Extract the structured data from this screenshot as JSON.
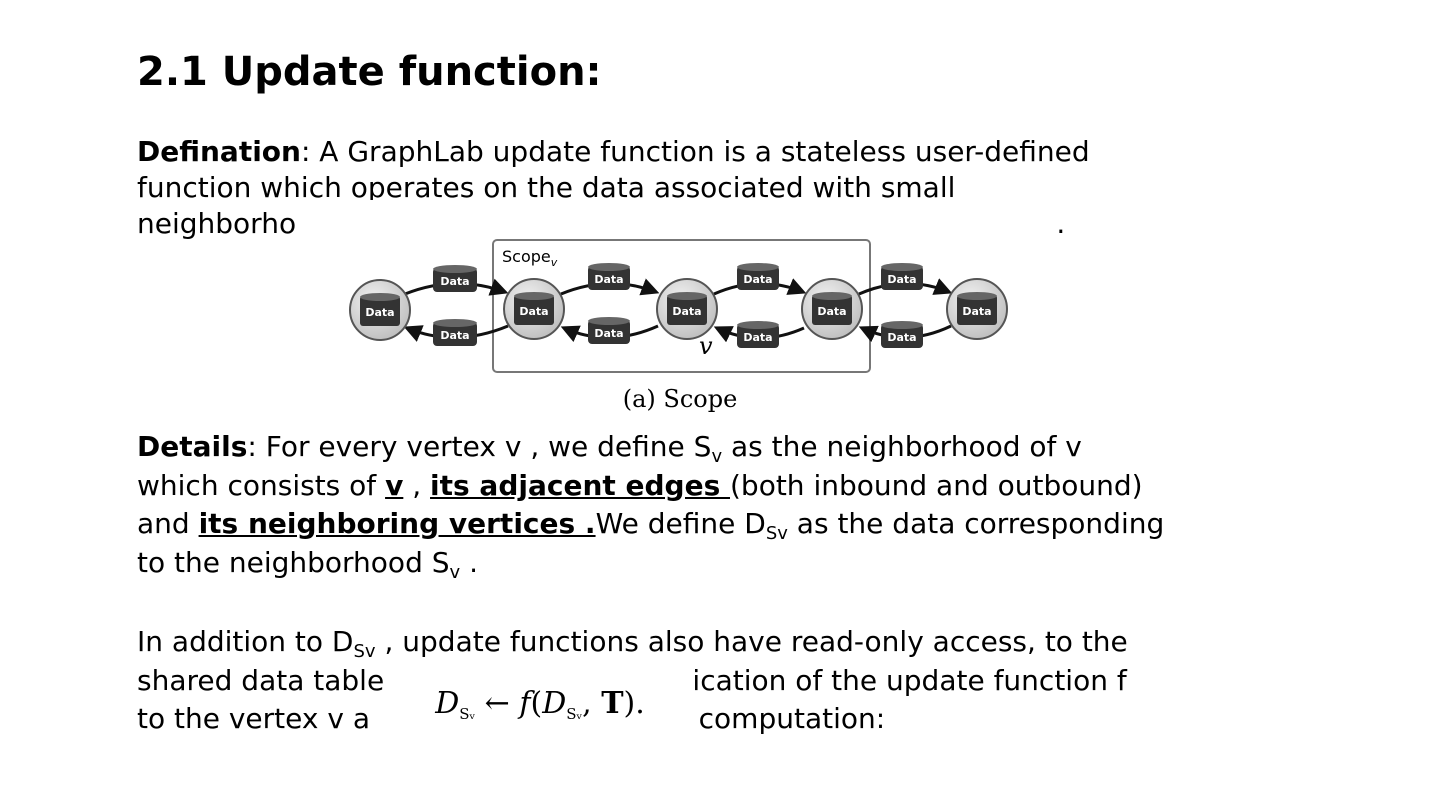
{
  "slide": {
    "title": "2.1 Update function:",
    "definition": {
      "label": "Defination",
      "sep": ":",
      "line1": " A GraphLab update function is a stateless user-defined",
      "line2": "function which operates on the data associated with small",
      "line3_start": "neighborho",
      "line3_end": ": ."
    },
    "figure": {
      "scope_label": "Scope",
      "scope_sub": "v",
      "node_label": "Data",
      "edge_label": "Data",
      "vertex_label": "v",
      "caption": "(a) Scope"
    },
    "details": {
      "label": "Details",
      "sep": ":",
      "l1_a": "  For every vertex v , we define S",
      "l1_sub": "v",
      "l1_b": "  as the neighborhood of v",
      "l2_a": "which consists of ",
      "l2_v": "v",
      "l2_b": " , ",
      "l2_edges": "its adjacent edges ",
      "l2_c": "(both inbound and outbound)",
      "l3_a": "and ",
      "l3_vertices": "its neighboring vertices .",
      "l3_b": "We define D",
      "l3_sub": "Sv",
      "l3_c": " as the data corresponding",
      "l4_a": "to the neighborhood S",
      "l4_sub": "v",
      "l4_b": " ."
    },
    "addition": {
      "l1_a": "In addition to D",
      "l1_sub": "Sv",
      "l1_b": " , update functions also have read-only  access, to the",
      "l2_a": "shared data table",
      "l2_b": " pplication of the update function f",
      "l3_a": "to the vertex v  a",
      "l3_b": "g computation:"
    },
    "formula": {
      "lhs": "D",
      "lhs_sub": "Sᵥ",
      "arrow": " ← ",
      "func": "f",
      "open": "(",
      "arg": "D",
      "arg_sub": "Sᵥ",
      "comma": ", ",
      "table": "T",
      "close": ")."
    }
  }
}
